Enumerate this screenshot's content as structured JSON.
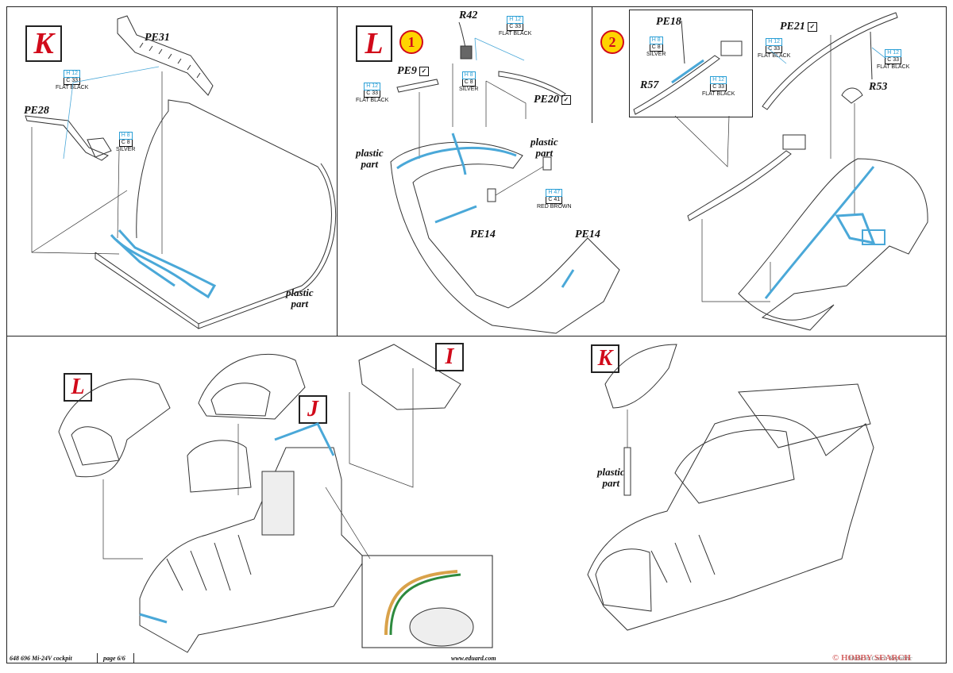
{
  "panels": {
    "K_top": {
      "letter": "K",
      "parts": {
        "pe31": "PE31",
        "pe28": "PE28"
      },
      "paint_pe31": {
        "code1": "H 12",
        "code2": "C 33",
        "name": "FLAT BLACK"
      },
      "paint_pe28": {
        "code1": "H 8",
        "code2": "C 8",
        "name": "SILVER"
      },
      "plastic": [
        "plastic",
        "part"
      ]
    },
    "L_top": {
      "letter": "L",
      "step": "1",
      "parts": {
        "r42": "R42",
        "pe9": "PE9",
        "pe20": "PE20",
        "pe14a": "PE14",
        "pe14b": "PE14"
      },
      "paint_r42": {
        "code1": "H 12",
        "code2": "C 33",
        "name": "FLAT BLACK"
      },
      "paint_r42b": {
        "code1": "H 8",
        "code2": "C 8",
        "name": "SILVER"
      },
      "paint_pe9": {
        "code1": "H 12",
        "code2": "C 33",
        "name": "FLAT BLACK"
      },
      "paint_pe14": {
        "code1": "H 47",
        "code2": "C 41",
        "name": "RED BROWN"
      },
      "plastic_left": [
        "plastic",
        "part"
      ],
      "plastic_right": [
        "plastic",
        "part"
      ]
    },
    "step2": {
      "step": "2",
      "parts": {
        "pe18": "PE18",
        "r57": "R57",
        "pe21": "PE21",
        "r53": "R53"
      },
      "paint_pe18": {
        "code1": "H 8",
        "code2": "C 8",
        "name": "SILVER"
      },
      "paint_r57": {
        "code1": "H 12",
        "code2": "C 33",
        "name": "FLAT BLACK"
      },
      "paint_pe21": {
        "code1": "H 12",
        "code2": "C 33",
        "name": "FLAT BLACK"
      },
      "paint_r53": {
        "code1": "H 12",
        "code2": "C 33",
        "name": "FLAT BLACK"
      }
    },
    "bottom_left": {
      "letters": [
        "L",
        "I",
        "J"
      ]
    },
    "bottom_right": {
      "letter": "K",
      "plastic": [
        "plastic",
        "part"
      ]
    }
  },
  "footer": {
    "code": "648 696  Mi-24V cockpit",
    "page": "page 6/6",
    "url": "www.eduard.com",
    "made": "Made in Czech Republic",
    "watermark": "© HOBBY SEARCH"
  },
  "colors": {
    "accent_red": "#d10a1a",
    "part_blue": "#4aa8d8",
    "step_yellow": "#ffd400"
  }
}
